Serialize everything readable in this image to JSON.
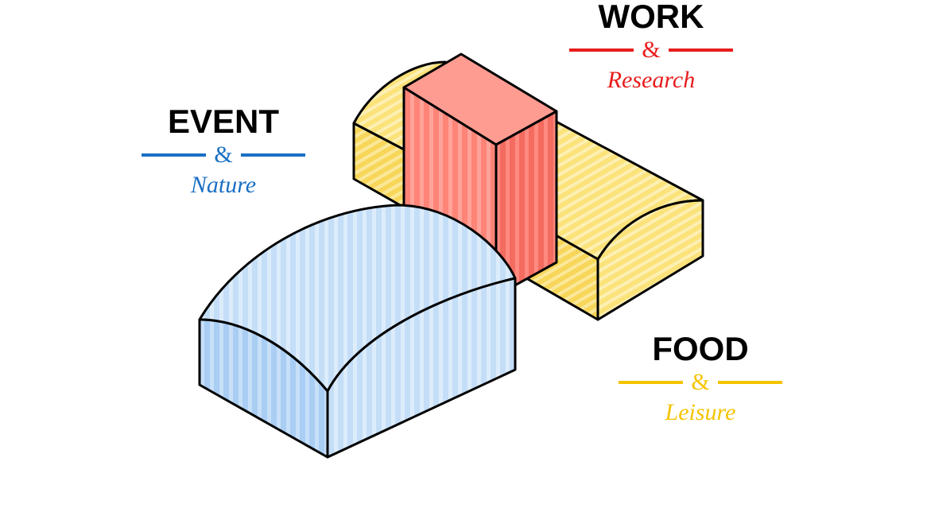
{
  "labels": {
    "event": {
      "title": "EVENT",
      "amp": "&",
      "subtitle": "Nature"
    },
    "work": {
      "title": "WORK",
      "amp": "&",
      "subtitle": "Research"
    },
    "food": {
      "title": "FOOD",
      "amp": "&",
      "subtitle": "Leisure"
    }
  },
  "colors": {
    "event": "#1a6fc4",
    "work": "#e81c1c",
    "food": "#f5c400",
    "blue_volume": "#bcd9f7",
    "red_volume": "#ff8a80",
    "yellow_volume": "#fbe27a",
    "outline": "#000000"
  }
}
